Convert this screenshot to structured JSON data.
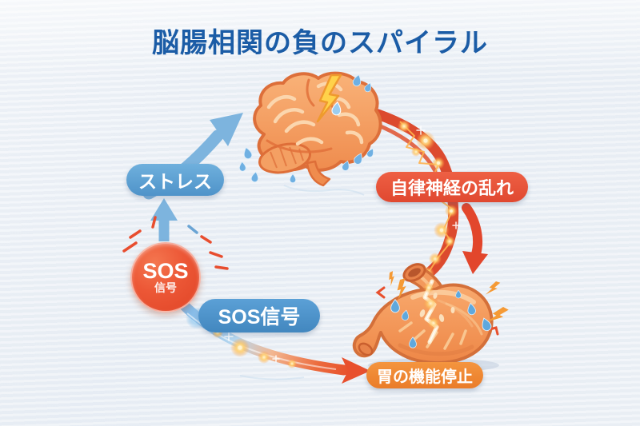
{
  "title": "脳腸相関の負のスパイラル",
  "labels": {
    "stress": "ストレス",
    "autonomic_disruption": "自律神経の乱れ",
    "sos_signal_pill": "SOS信号",
    "stomach_shutdown": "胃の機能停止",
    "sos_circle_main": "SOS",
    "sos_circle_sub": "信号"
  },
  "flow": {
    "description": "circular negative spiral between brain and gut",
    "steps": [
      "ストレス",
      "脳 (stressed brain)",
      "自律神経の乱れ",
      "胃 (distressed stomach)",
      "胃の機能停止",
      "SOS信号",
      "ストレス"
    ]
  },
  "icons": {
    "brain": "stressed-brain-illustration",
    "stomach": "distressed-stomach-illustration",
    "lightning": "lightning-bolt-icon",
    "sweat_drop": "sweat-drop-icon",
    "sos_burst": "sos-burst-rays"
  },
  "colors": {
    "title_text": "#1b5ca6",
    "blue_badge": "#5b9fd4",
    "blue_arrow": "#7db4de",
    "red_badge": "#e8513a",
    "orange_badge": "#f08232",
    "sos_circle": "#e84b2d",
    "red_arrow": "#e2462c",
    "neural_glow": "#ffb24f",
    "background": "#edf1f6"
  }
}
